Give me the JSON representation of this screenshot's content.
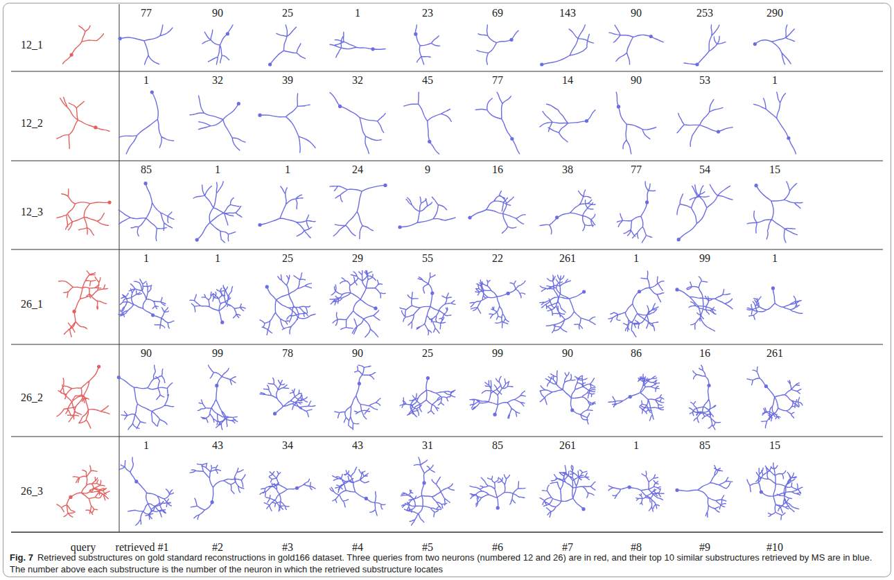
{
  "diagram": {
    "caption": "Retrieved substructures on gold standard reconstructions in gold166 dataset. Three queries from two neurons (numbered 12 and 26) are in red, and their top 10 similar substructures retrieved by MS are in blue. The number above each substructure is the number of the neuron in which the retrieved substructure locates",
    "labels": [
      "12_1",
      "77",
      "90",
      "25",
      "1",
      "23",
      "69",
      "143",
      "90",
      "253",
      "290",
      "12_2",
      "1",
      "32",
      "39",
      "32",
      "45",
      "77",
      "14",
      "90",
      "53",
      "1",
      "12_3",
      "85",
      "1",
      "1",
      "24",
      "9",
      "16",
      "38",
      "77",
      "54",
      "15",
      "26_1",
      "1",
      "1",
      "25",
      "29",
      "55",
      "22",
      "261",
      "1",
      "99",
      "1",
      "26_2",
      "90",
      "99",
      "78",
      "90",
      "25",
      "99",
      "90",
      "86",
      "16",
      "261",
      "26_3",
      "1",
      "43",
      "34",
      "43",
      "31",
      "85",
      "261",
      "1",
      "85",
      "15",
      "query",
      "retrieved #1",
      "#2",
      "#3",
      "#4",
      "#5",
      "#6",
      "#7",
      "#8",
      "#9",
      "#10",
      "Fig. 7"
    ]
  }
}
